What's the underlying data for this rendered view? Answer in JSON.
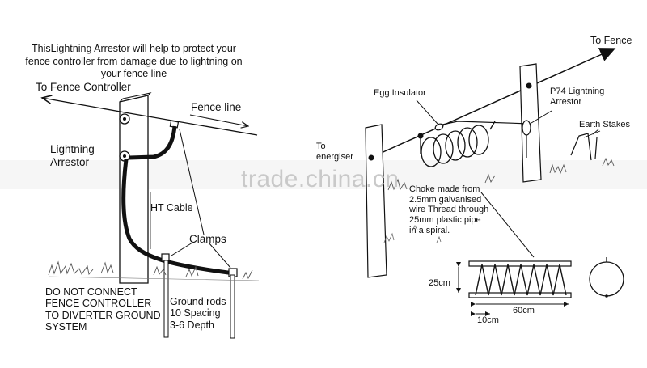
{
  "left_diagram": {
    "intro_text": "ThisLightning Arrestor will help to protect your fence controller from damage due to lightning on your fence line",
    "to_fence_controller": "To Fence Controller",
    "fence_line": "Fence line",
    "lightning_arrestor": "Lightning Arrestor",
    "ht_cable": "HT Cable",
    "clamps": "Clamps",
    "warning_text": [
      "DO NOT CONNECT",
      "FENCE CONTROLLER",
      "TO DIVERTER GROUND",
      "SYSTEM"
    ],
    "ground_rods_text": [
      "Ground rods",
      "10 Spacing",
      "3-6 Depth"
    ]
  },
  "right_diagram": {
    "to_fence": "To Fence",
    "egg_insulator": "Egg Insulator",
    "p74_arrestor": [
      "P74 Lightning",
      "Arrestor"
    ],
    "earth_stakes": "Earth Stakes",
    "to_energiser": [
      "To",
      "energiser"
    ],
    "choke_text": [
      "Choke made from",
      "2.5mm galvanised",
      "wire Thread through",
      "25mm plastic pipe",
      "in a spiral."
    ],
    "dim_height": "25cm",
    "dim_length": "60cm",
    "dim_spacing": "10cm"
  },
  "watermark": "trade.china.cn",
  "colors": {
    "ink": "#111111",
    "watermark": "#c9c9c9",
    "grass": "#555555"
  }
}
